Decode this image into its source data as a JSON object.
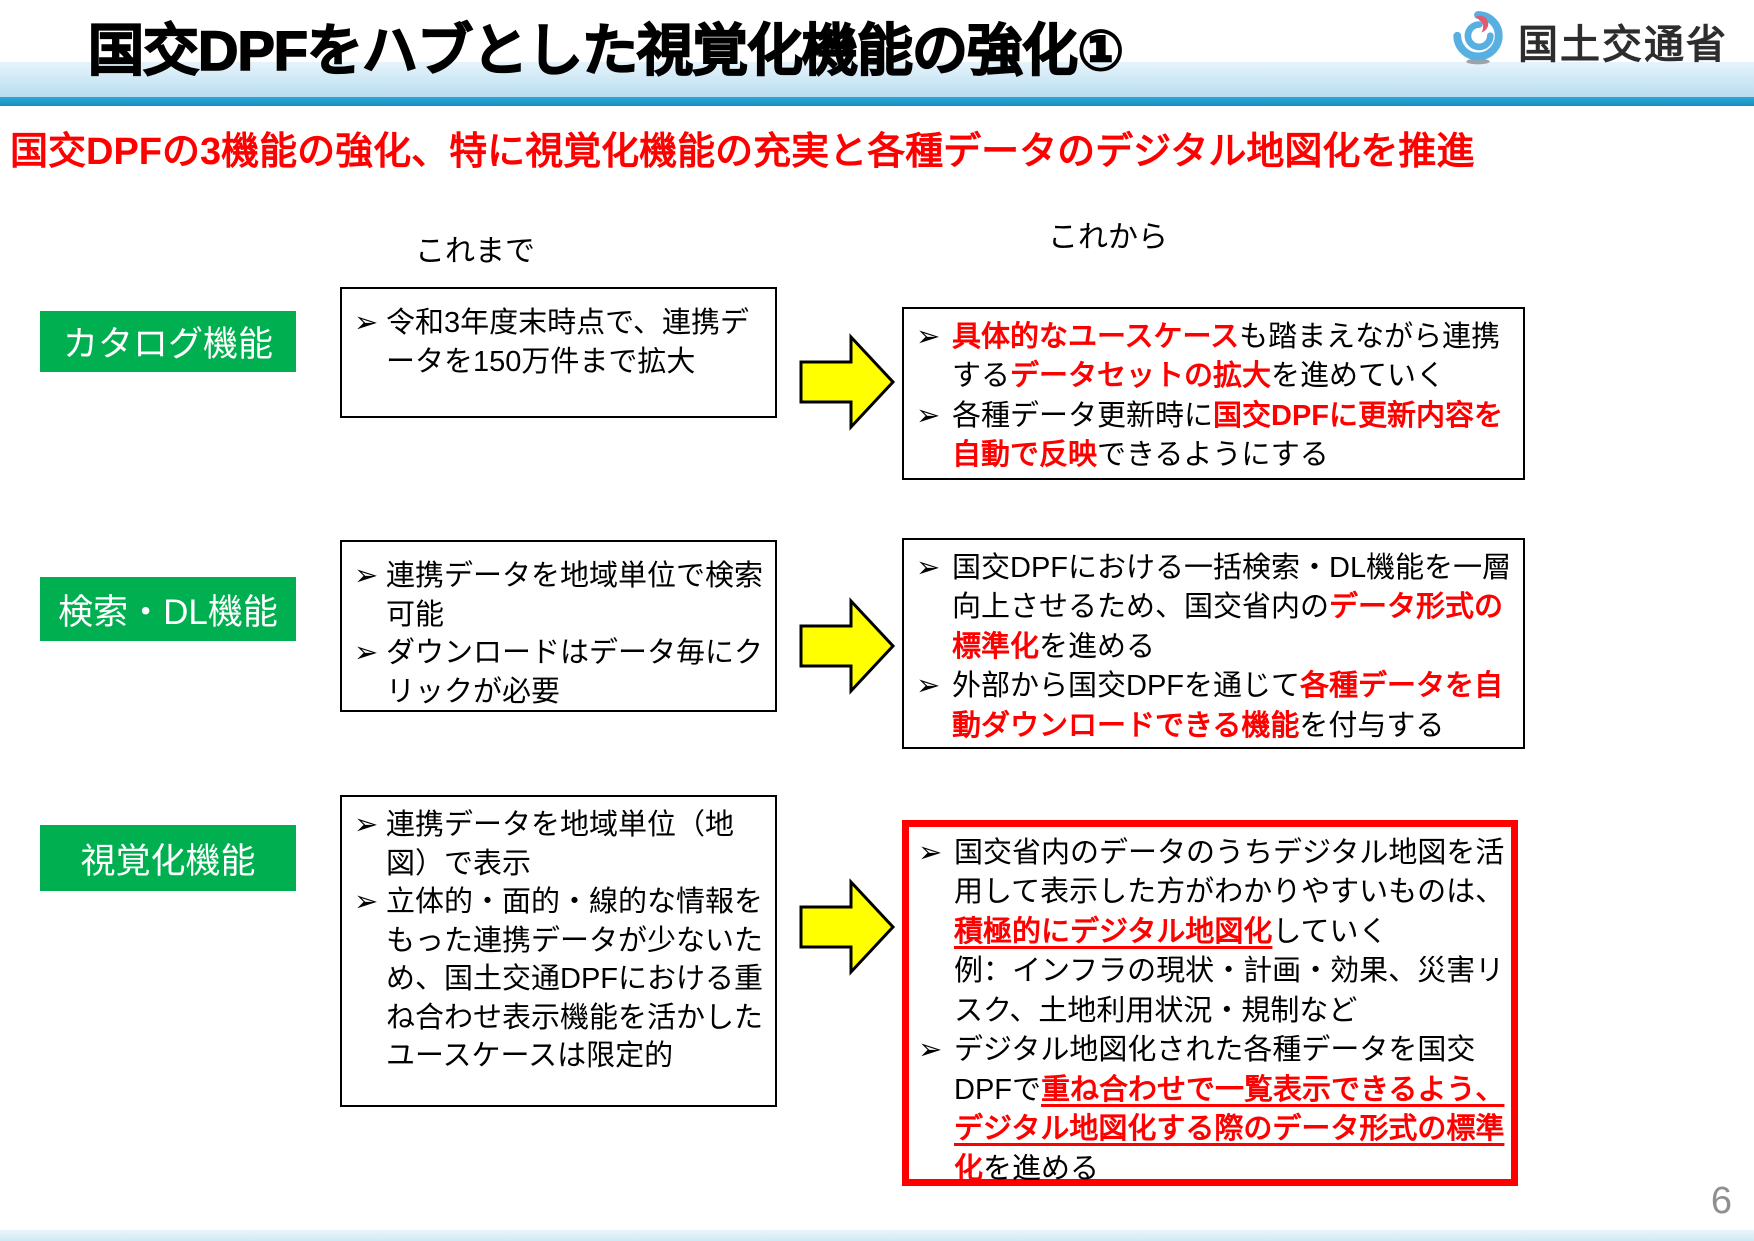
{
  "header": {
    "title": "国交DPFをハブとした視覚化機能の強化①",
    "logo_text": "国土交通省"
  },
  "subtitle": "国交DPFの3機能の強化、特に視覚化機能の充実と各種データのデジタル地図化を推進",
  "column_headers": {
    "before": "これまで",
    "after": "これから"
  },
  "glyphs": {
    "bullet_marker": "➢"
  },
  "colors": {
    "label_green": "#00B050",
    "accent_red": "#FF0000",
    "arrow_yellow": "#FFFF00",
    "header_band_blue": "#B7DCEF",
    "header_line_blue": "#1F9FD0",
    "logo_blue": "#58B0E2",
    "logo_red": "#E05A70",
    "page_number_gray": "#8F8F8F"
  },
  "rows": [
    {
      "label": "カタログ機能",
      "before_bullets": [
        {
          "segments": [
            {
              "t": "令和3年度末時点で、連携データを150万件まで拡大",
              "s": "black"
            }
          ]
        }
      ],
      "after_highlight_border": false,
      "after_bullets": [
        {
          "segments": [
            {
              "t": "具体的なユースケース",
              "s": "red"
            },
            {
              "t": "も踏まえながら連携する",
              "s": "black"
            },
            {
              "t": "データセットの拡大",
              "s": "red"
            },
            {
              "t": "を進めていく",
              "s": "black"
            }
          ]
        },
        {
          "segments": [
            {
              "t": "各種データ更新時に",
              "s": "black"
            },
            {
              "t": "国交DPFに更新内容を自動で反映",
              "s": "red"
            },
            {
              "t": "できるようにする",
              "s": "black"
            }
          ]
        }
      ]
    },
    {
      "label": "検索・DL機能",
      "before_bullets": [
        {
          "segments": [
            {
              "t": "連携データを地域単位で検索可能",
              "s": "black"
            }
          ]
        },
        {
          "segments": [
            {
              "t": "ダウンロードはデータ毎にクリックが必要",
              "s": "black"
            }
          ]
        }
      ],
      "after_highlight_border": false,
      "after_bullets": [
        {
          "segments": [
            {
              "t": "国交DPFにおける一括検索・DL機能を一層向上させるため、国交省内の",
              "s": "black"
            },
            {
              "t": "データ形式の標準化",
              "s": "red"
            },
            {
              "t": "を進める",
              "s": "black"
            }
          ]
        },
        {
          "segments": [
            {
              "t": "外部から国交DPFを通じて",
              "s": "black"
            },
            {
              "t": "各種データを自動ダウンロードできる機能",
              "s": "red"
            },
            {
              "t": "を付与する",
              "s": "black"
            }
          ]
        }
      ]
    },
    {
      "label": "視覚化機能",
      "before_bullets": [
        {
          "segments": [
            {
              "t": "連携データを地域単位（地図）で表示",
              "s": "black"
            }
          ]
        },
        {
          "segments": [
            {
              "t": "立体的・面的・線的な情報をもった連携データが少ないため、国土交通DPFにおける重ね合わせ表示機能を活かしたユースケースは限定的",
              "s": "black"
            }
          ]
        }
      ],
      "after_highlight_border": true,
      "after_bullets": [
        {
          "segments": [
            {
              "t": "国交省内のデータのうちデジタル地図を活用して表示した方がわかりやすいものは、",
              "s": "black"
            },
            {
              "t": "積極的にデジタル地図化",
              "s": "red_underline"
            },
            {
              "t": "していく",
              "s": "black"
            }
          ]
        },
        {
          "no_marker": true,
          "segments": [
            {
              "t": "例：インフラの現状・計画・効果、災害リスク、土地利用状況・規制など",
              "s": "black"
            }
          ]
        },
        {
          "segments": [
            {
              "t": "デジタル地図化された各種データを国交DPFで",
              "s": "black"
            },
            {
              "t": "重ね合わせで一覧表示できるよう、デジタル地図化する際のデータ形式の標準化",
              "s": "red_underline"
            },
            {
              "t": "を進める",
              "s": "black"
            }
          ]
        }
      ]
    }
  ],
  "footer": {
    "page_number": "6"
  }
}
